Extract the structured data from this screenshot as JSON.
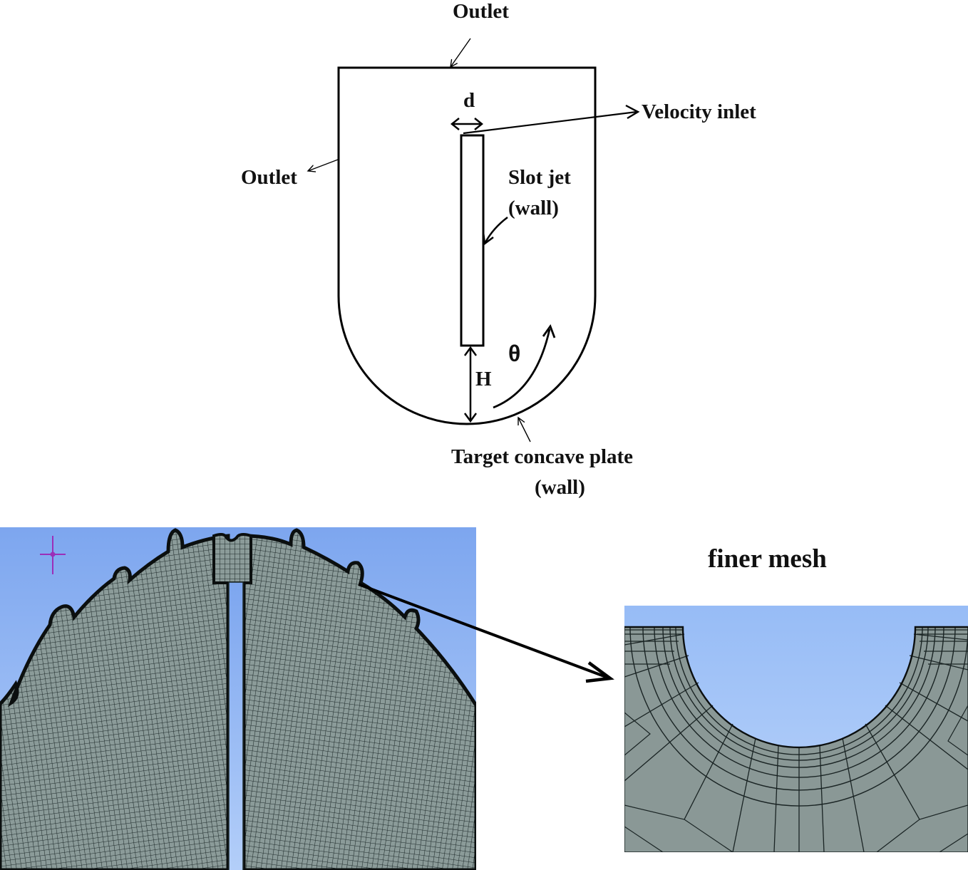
{
  "schematic": {
    "outlet_top_label": "Outlet",
    "outlet_side_label": "Outlet",
    "jet_width_label": "d",
    "velocity_inlet_label": "Velocity inlet",
    "slot_jet_label_line1": "Slot jet",
    "slot_jet_label_line2": "(wall)",
    "gap_label": "H",
    "angle_label": "θ",
    "target_label_line1": "Target concave plate",
    "target_label_line2": "(wall)"
  },
  "mesh_view": {
    "zoom_title": "finer mesh",
    "colors": {
      "background_gradient_top": "#7fa8f0",
      "background_gradient_bottom": "#a9c8f8",
      "mesh_fill": "#8a9a98",
      "mesh_lines": "#1e2a2a",
      "cursor": "#9b2fb8"
    }
  }
}
